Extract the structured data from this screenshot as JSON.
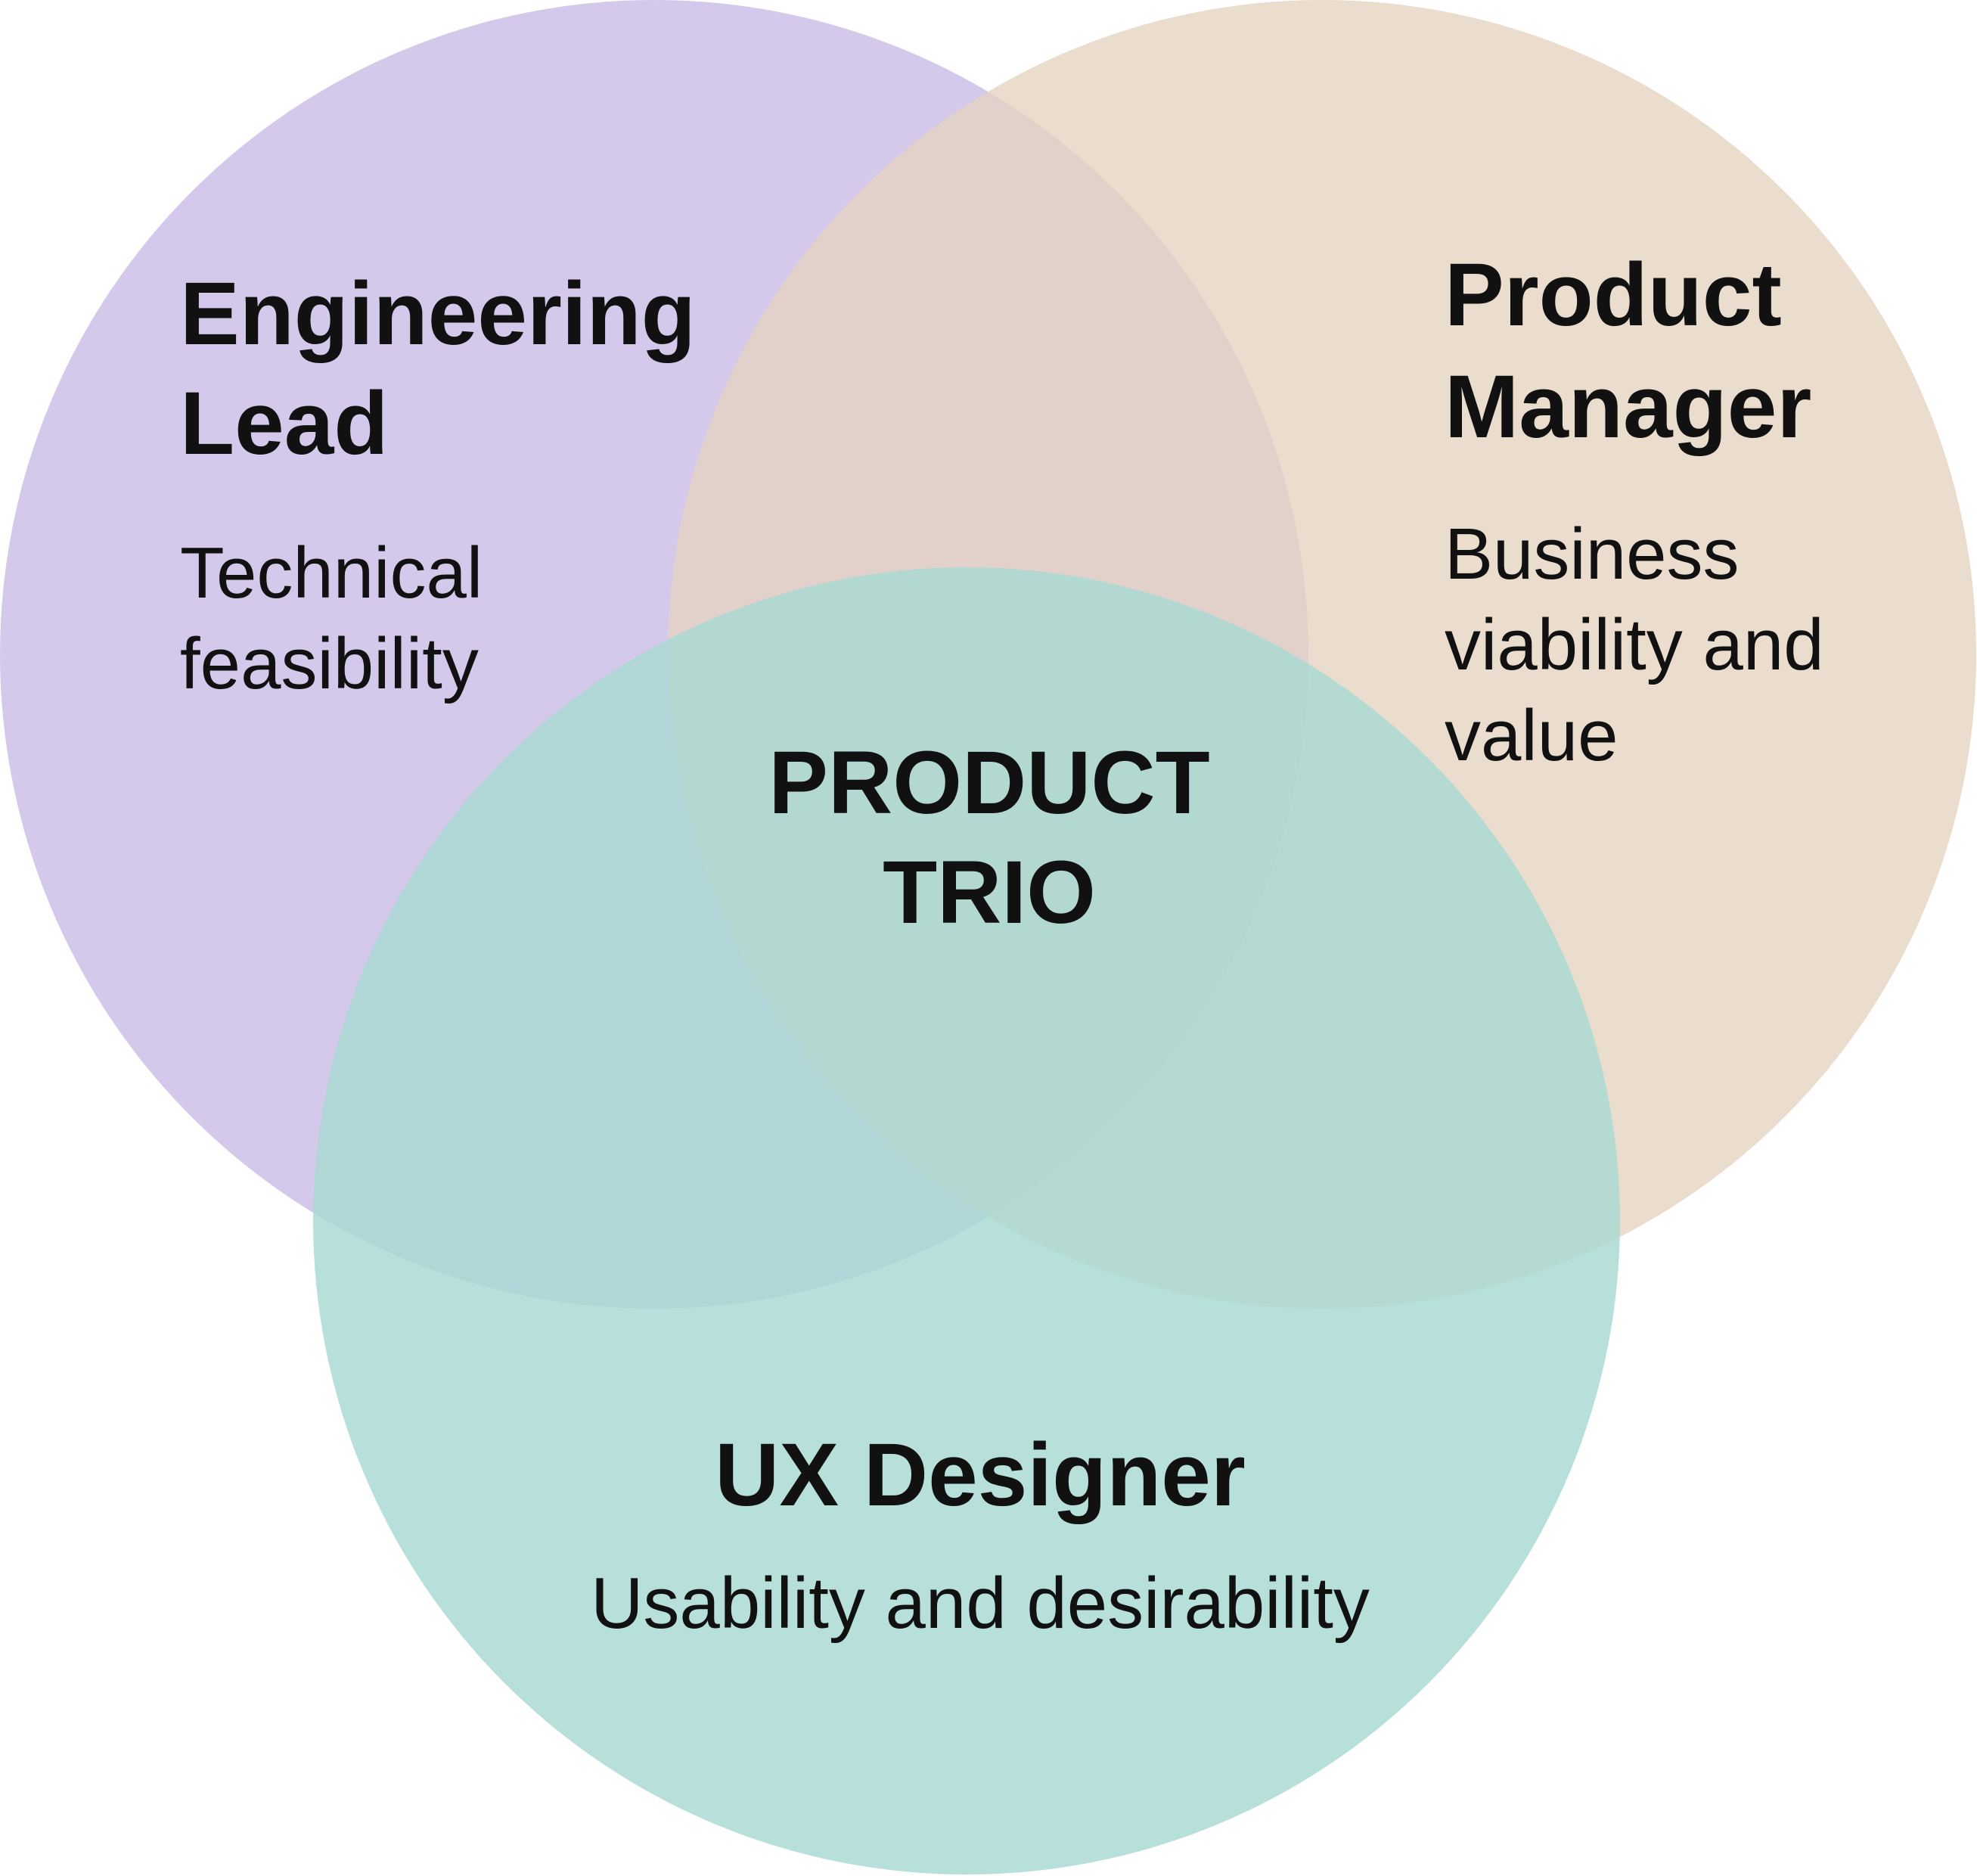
{
  "center_label": {
    "line1": "PRODUCT",
    "line2": "TRIO"
  },
  "circles": [
    {
      "id": "engineering",
      "title_line1": "Engineering",
      "title_line2": "Lead",
      "desc_line1": "Technical",
      "desc_line2": "feasibility",
      "color": "#cfc3e8"
    },
    {
      "id": "product",
      "title_line1": "Product",
      "title_line2": "Manager",
      "desc_line1": "Business",
      "desc_line2": "viability and",
      "desc_line3": "value",
      "color": "#e6d4c0"
    },
    {
      "id": "ux",
      "title_line1": "UX Designer",
      "desc_line1": "Usability and desirability",
      "color": "#a8d9d3"
    }
  ]
}
